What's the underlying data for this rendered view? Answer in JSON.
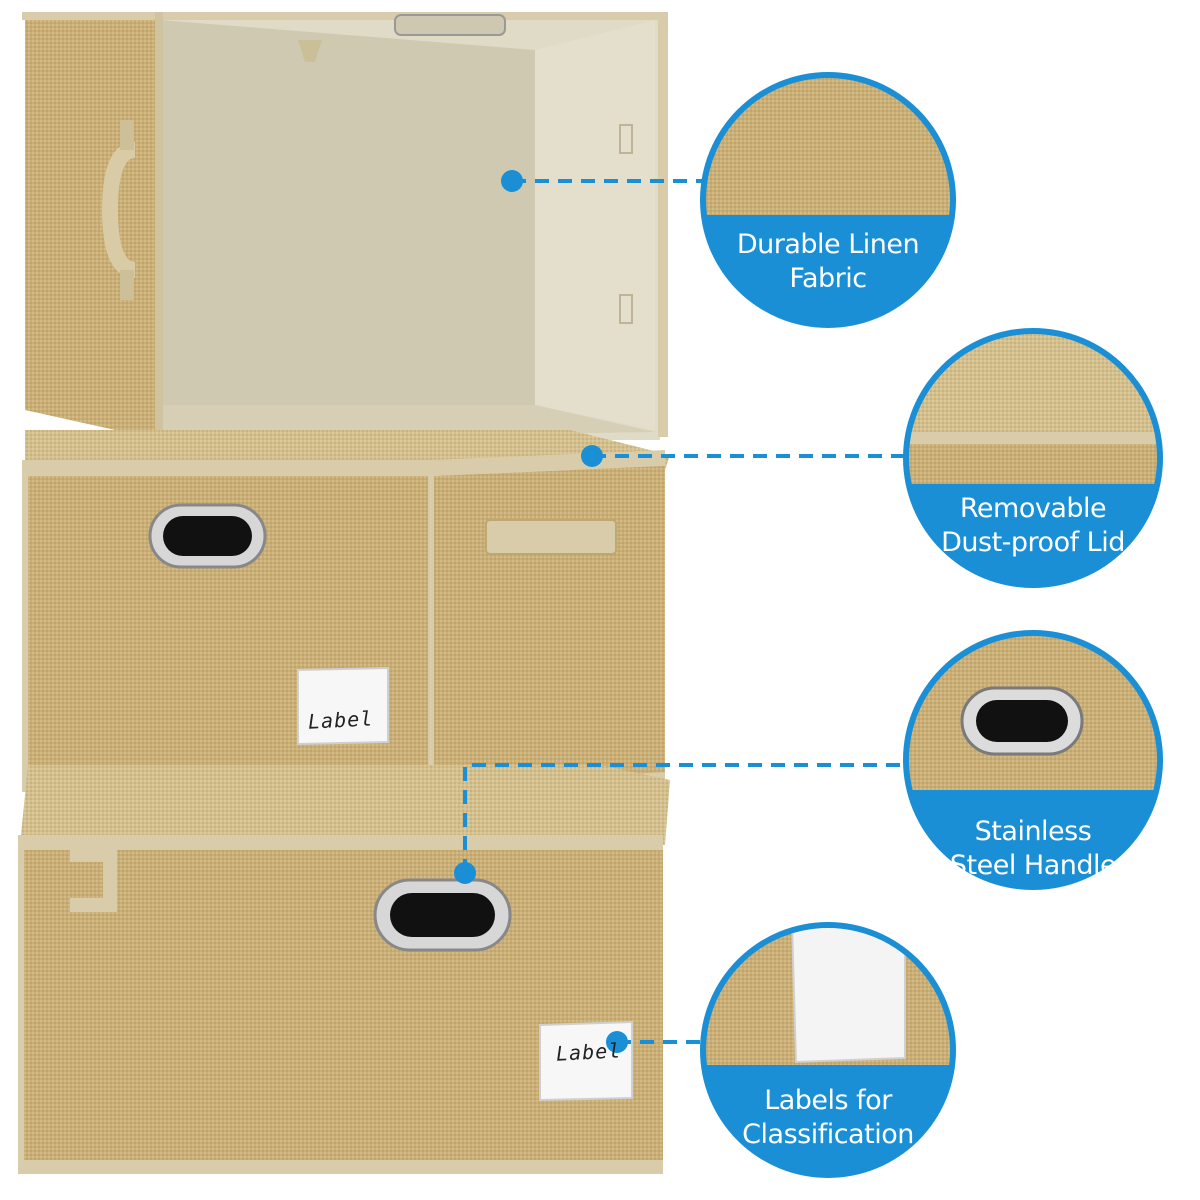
{
  "features": [
    {
      "line1": "Durable Linen",
      "line2": "Fabric",
      "detail": "fabric-closeup"
    },
    {
      "line1": "Removable",
      "line2": "Dust-proof Lid",
      "detail": "lid-closeup"
    },
    {
      "line1": "Stainless",
      "line2": "Steel Handle",
      "detail": "handle-closeup"
    },
    {
      "line1": "Labels for",
      "line2": "Classification",
      "detail": "label-closeup"
    }
  ],
  "boxes": {
    "label_text_middle": "Label",
    "label_text_bottom": "Label"
  },
  "colors": {
    "accent_blue": "#1a8fd6",
    "linen": "#cbb17a",
    "linen_dark": "#b99d63",
    "interior": "#d9d3bd",
    "trim": "#d8ccaa"
  }
}
